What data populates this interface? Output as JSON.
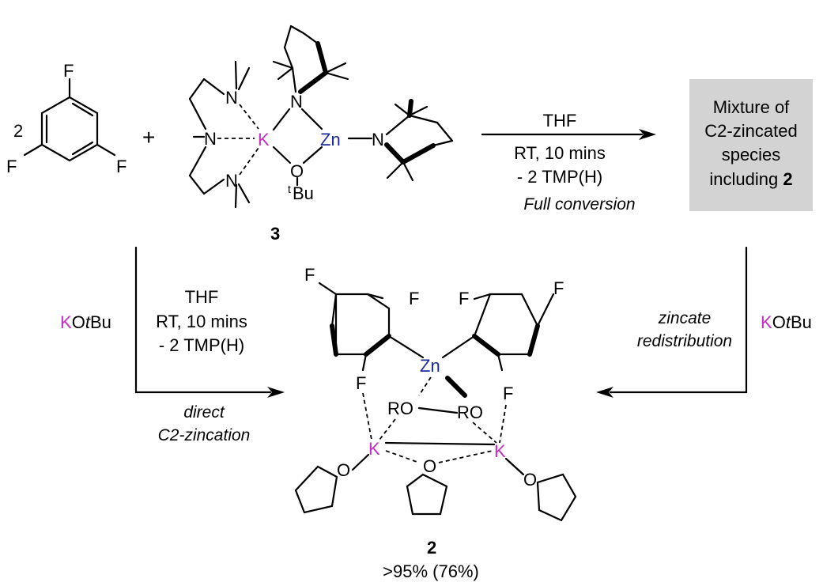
{
  "reactants": {
    "difluorobenzene": {
      "coefficient": "2",
      "substituent": "F"
    },
    "plus": "+",
    "reagent": {
      "atoms": {
        "N": "N",
        "K": "K",
        "Zn": "Zn",
        "O": "O",
        "tBu_sup": "t",
        "tBu_main": "Bu"
      },
      "label": "3"
    }
  },
  "top_arrow": {
    "solvent": "THF",
    "conditions": "RT, 10 mins",
    "byproduct": "- 2 TMP(H)",
    "note": "Full conversion"
  },
  "mixture_box": {
    "line1": "Mixture of",
    "line2": "C2-zincated",
    "line3": "species",
    "line4_prefix": "including ",
    "line4_bold": "2",
    "fill": "#d3d3d3"
  },
  "left_arrow": {
    "reagent_K": "K",
    "reagent_O": "O",
    "reagent_t": "t",
    "reagent_Bu": "Bu",
    "solvent": "THF",
    "conditions": "RT, 10 mins",
    "byproduct": "- 2 TMP(H)",
    "note_line1": "direct",
    "note_line2": "C2-zincation"
  },
  "right_arrow": {
    "reagent_K": "K",
    "reagent_O": "O",
    "reagent_t": "t",
    "reagent_Bu": "Bu",
    "note_line1": "zincate",
    "note_line2": "redistribution"
  },
  "product": {
    "atoms": {
      "F": "F",
      "Zn": "Zn",
      "K": "K",
      "RO": "RO",
      "O": "O"
    },
    "label": "2",
    "yield": ">95% (76%)"
  },
  "colors": {
    "potassium": "#c72cc7",
    "zinc": "#1a2a9a",
    "box": "#d3d3d3"
  }
}
